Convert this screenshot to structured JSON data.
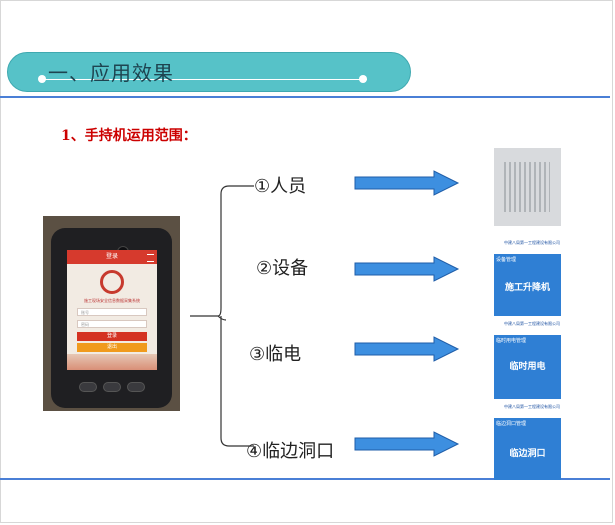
{
  "header": {
    "title": "一、应用效果"
  },
  "section": {
    "subtitle": "1、手持机运用范围："
  },
  "device": {
    "screen_title": "登录",
    "screen_caption": "施工现场安全信息数据采集系统",
    "username_placeholder": "账号",
    "password_placeholder": "密码",
    "login_label": "登录",
    "exit_label": "退出"
  },
  "items": [
    {
      "label": "①人员",
      "icon": "rfid-tag"
    },
    {
      "label": "②设备",
      "icon": "equipment-card"
    },
    {
      "label": "③临电",
      "icon": "temporary-power-card"
    },
    {
      "label": "④临边洞口",
      "icon": "edge-opening-card"
    }
  ],
  "cards": [
    {
      "header": "中建八局第一工程建设有限公司",
      "small": "设备管理",
      "main": "施工升降机"
    },
    {
      "header": "中建八局第一工程建设有限公司",
      "small": "临时用电管理",
      "main": "临时用电"
    },
    {
      "header": "中建八局第一工程建设有限公司",
      "small": "临边洞口管理",
      "main": "临边洞口"
    }
  ],
  "colors": {
    "title_pill": "#56c2c8",
    "rule": "#4a7fd6",
    "subtitle": "#cc0000",
    "arrow": "#3d8fe0"
  }
}
